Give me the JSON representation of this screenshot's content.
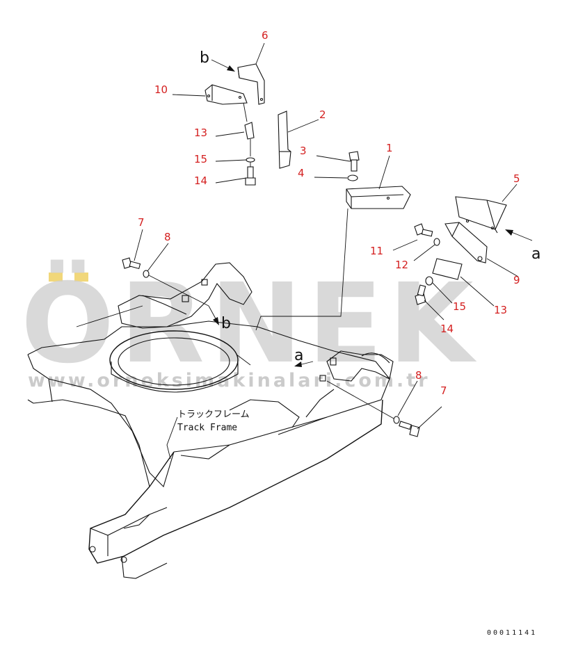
{
  "diagram": {
    "part_labels": {
      "p1": "1",
      "p2": "2",
      "p3": "3",
      "p4": "4",
      "p5": "5",
      "p6": "6",
      "p7a": "7",
      "p7b": "7",
      "p8a": "8",
      "p8b": "8",
      "p9": "9",
      "p10": "10",
      "p11": "11",
      "p12": "12",
      "p13a": "13",
      "p13b": "13",
      "p14a": "14",
      "p14b": "14",
      "p15a": "15",
      "p15b": "15"
    },
    "view_markers": {
      "b_top": "b",
      "b_frame": "b",
      "a_right": "a",
      "a_frame": "a"
    },
    "callout_jp": "トラックフレーム",
    "callout_en": "Track Frame",
    "document_code": "00011141"
  },
  "watermark": {
    "brand": "ÖRNEK",
    "url": "www.orneksimakinalari.com.tr"
  },
  "colors": {
    "part_number": "#d42020",
    "line": "#111111",
    "watermark": "#cfcfcf",
    "watermark_accent": "#f1d77a"
  }
}
